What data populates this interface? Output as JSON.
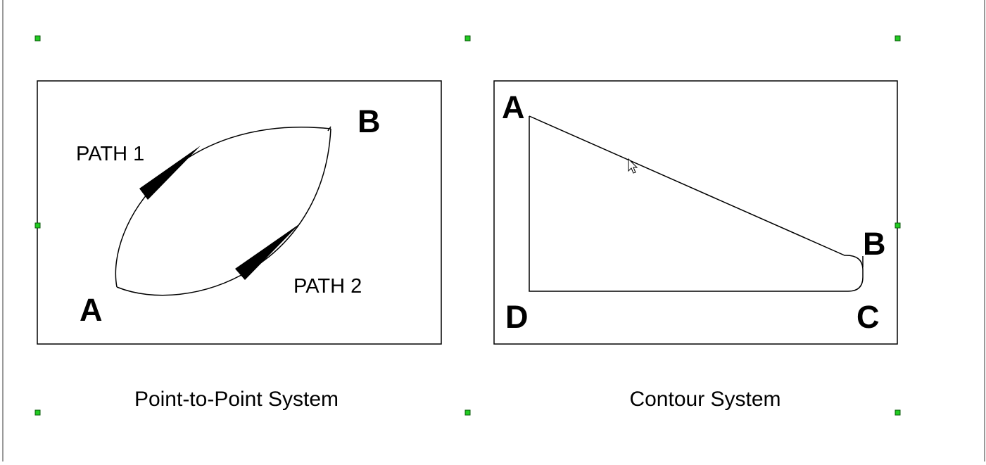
{
  "colors": {
    "background": "#ffffff",
    "line": "#000000",
    "selection_handle": "#22cc22",
    "page_border": "#9a9a9a"
  },
  "left_diagram": {
    "label_a": "A",
    "label_b": "B",
    "path1_label": "PATH 1",
    "path2_label": "PATH 2",
    "caption": "Point-to-Point System"
  },
  "right_diagram": {
    "label_a": "A",
    "label_b": "B",
    "label_c": "C",
    "label_d": "D",
    "caption": "Contour System"
  },
  "cursor": {
    "icon": "arrow-pointer-icon"
  }
}
